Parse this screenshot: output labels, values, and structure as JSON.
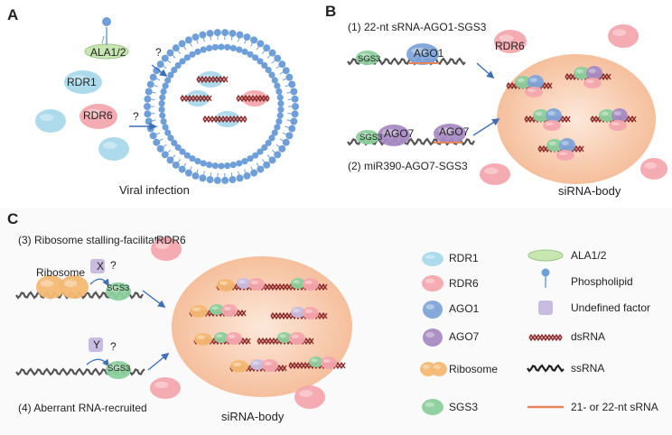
{
  "panels": {
    "a": {
      "letter": "A",
      "ala_label": "ALA1/2",
      "rdr1_label": "RDR1",
      "rdr6_label": "RDR6",
      "question": "?",
      "caption": "Viral infection"
    },
    "b": {
      "letter": "B",
      "pathway1": "(1) 22-nt sRNA-AGO1-SGS3",
      "pathway2": "(2) miR390-AGO7-SGS3",
      "rdr6_label": "RDR6",
      "sgs3_label": "SGS3",
      "ago1_label": "AGO1",
      "ago7_label": "AGO7",
      "body_caption": "siRNA-body"
    },
    "c": {
      "letter": "C",
      "pathway3": "(3) Ribosome stalling-facilitated",
      "pathway4": "(4) Aberrant RNA-recruited",
      "ribosome_label": "Ribosome",
      "x_label": "X",
      "y_label": "Y",
      "question": "?",
      "sgs3_label": "SGS3",
      "rdr6_label": "RDR6",
      "body_caption": "siRNA-body"
    }
  },
  "legend": {
    "rdr1": "RDR1",
    "rdr6": "RDR6",
    "ago1": "AGO1",
    "ago7": "AGO7",
    "ribosome": "Ribosome",
    "sgs3": "SGS3",
    "ala": "ALA1/2",
    "phospholipid": "Phospholipid",
    "undefined_factor": "Undefined factor",
    "dsrna": "dsRNA",
    "ssrna": "ssRNA",
    "srna": "21- or 22-nt sRNA"
  },
  "colors": {
    "rdr1": "#a9d9ea",
    "rdr6": "#f3a7ad",
    "ago1": "#7ea4d8",
    "ago7": "#a78bc2",
    "sgs3": "#8ccf9c",
    "ribosome": "#f4b873",
    "ala": "#c8e6b0",
    "phospholipid": "#6f9fd8",
    "undefined_factor": "#c8bde0",
    "dsrna": "#8b2a2a",
    "ssrna": "#555555",
    "srna": "#e8835a",
    "arrow": "#3d6fb5",
    "body": "#f6c9a8"
  }
}
